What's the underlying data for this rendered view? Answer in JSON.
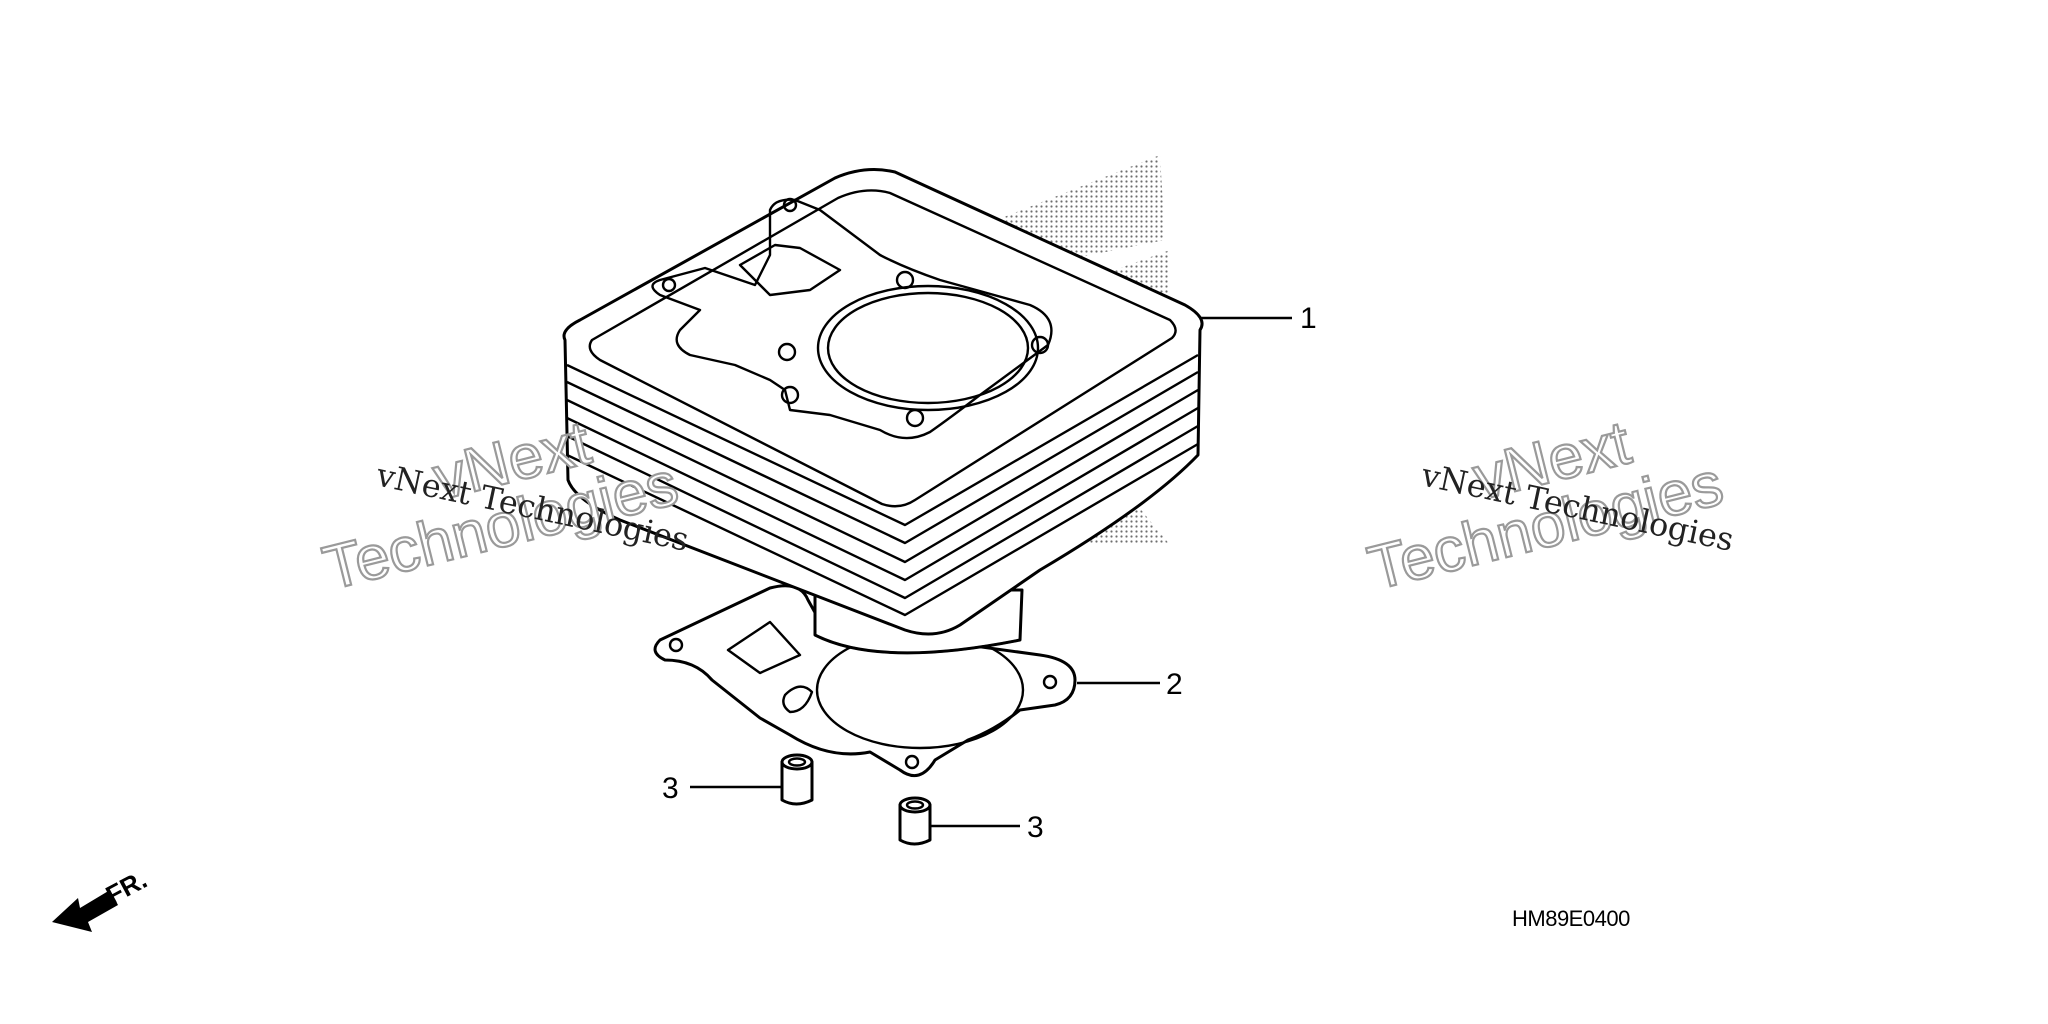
{
  "callouts": [
    {
      "number": "1",
      "part": "cylinder"
    },
    {
      "number": "2",
      "part": "gasket"
    },
    {
      "number": "3",
      "part": "dowel-pin"
    },
    {
      "number": "3",
      "part": "dowel-pin"
    }
  ],
  "watermark": {
    "line_small": "vNext Technologies",
    "line_big_1": "vNext",
    "line_big_2": "Technologies"
  },
  "front_indicator": "FR.",
  "diagram_code": "HM89E0400",
  "colors": {
    "line": "#000000",
    "watermark_outline": "#9a9a9a",
    "background": "#ffffff",
    "logo_dots": "#555555"
  }
}
